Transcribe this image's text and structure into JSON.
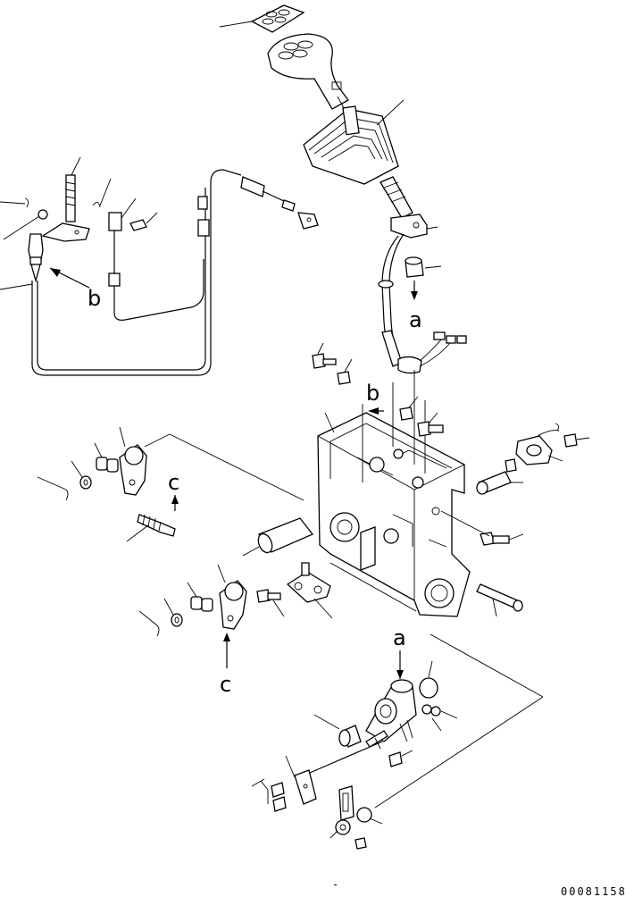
{
  "diagram": {
    "callouts": {
      "a_top": "a",
      "a_bottom": "a",
      "b_left": "b",
      "b_mid": "b",
      "c_top": "c",
      "c_bottom": "c"
    },
    "drawing_code": "00081158"
  }
}
